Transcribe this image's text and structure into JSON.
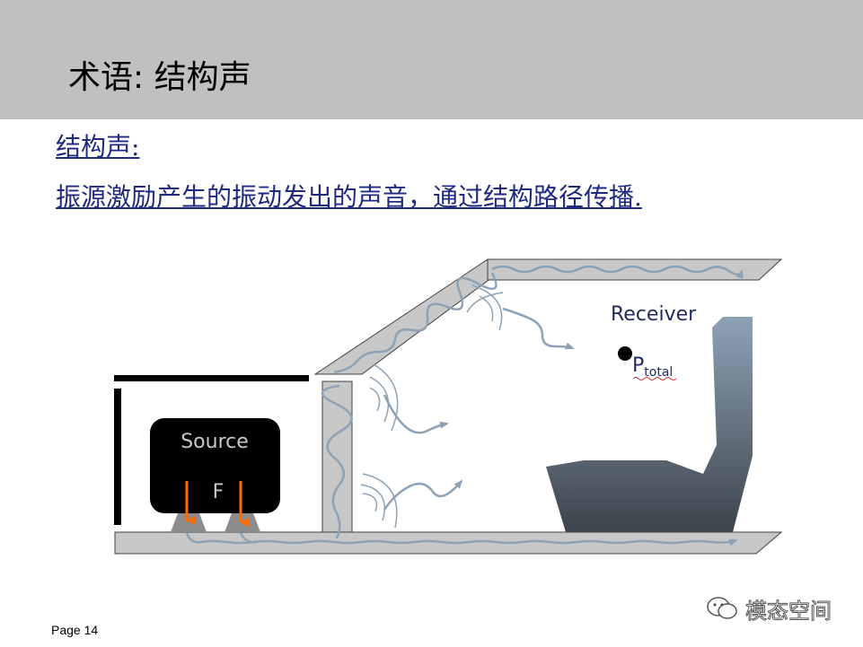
{
  "slide": {
    "title": "术语: 结构声",
    "definition_heading": "结构声:",
    "definition_text": "振源激励产生的振动发出的声音，通过结构路径传播.",
    "page_label": "Page 14"
  },
  "diagram": {
    "source_label": "Source",
    "force_label": "F",
    "receiver_label": "Receiver",
    "pressure_symbol": "P",
    "pressure_subscript": "total"
  },
  "watermark": {
    "text": "模态空间",
    "icon": "wechat-icon"
  },
  "colors": {
    "header_band": "#c0c0c0",
    "definition_text": "#1f2a80",
    "structure_fill": "#c8c8c8",
    "wave_path": "#8ea2b5",
    "force_arrow": "#ff6a00",
    "seat_top": "#8ea2b5",
    "seat_bottom": "#3c444c",
    "receiver_text": "#1f2a5a"
  }
}
